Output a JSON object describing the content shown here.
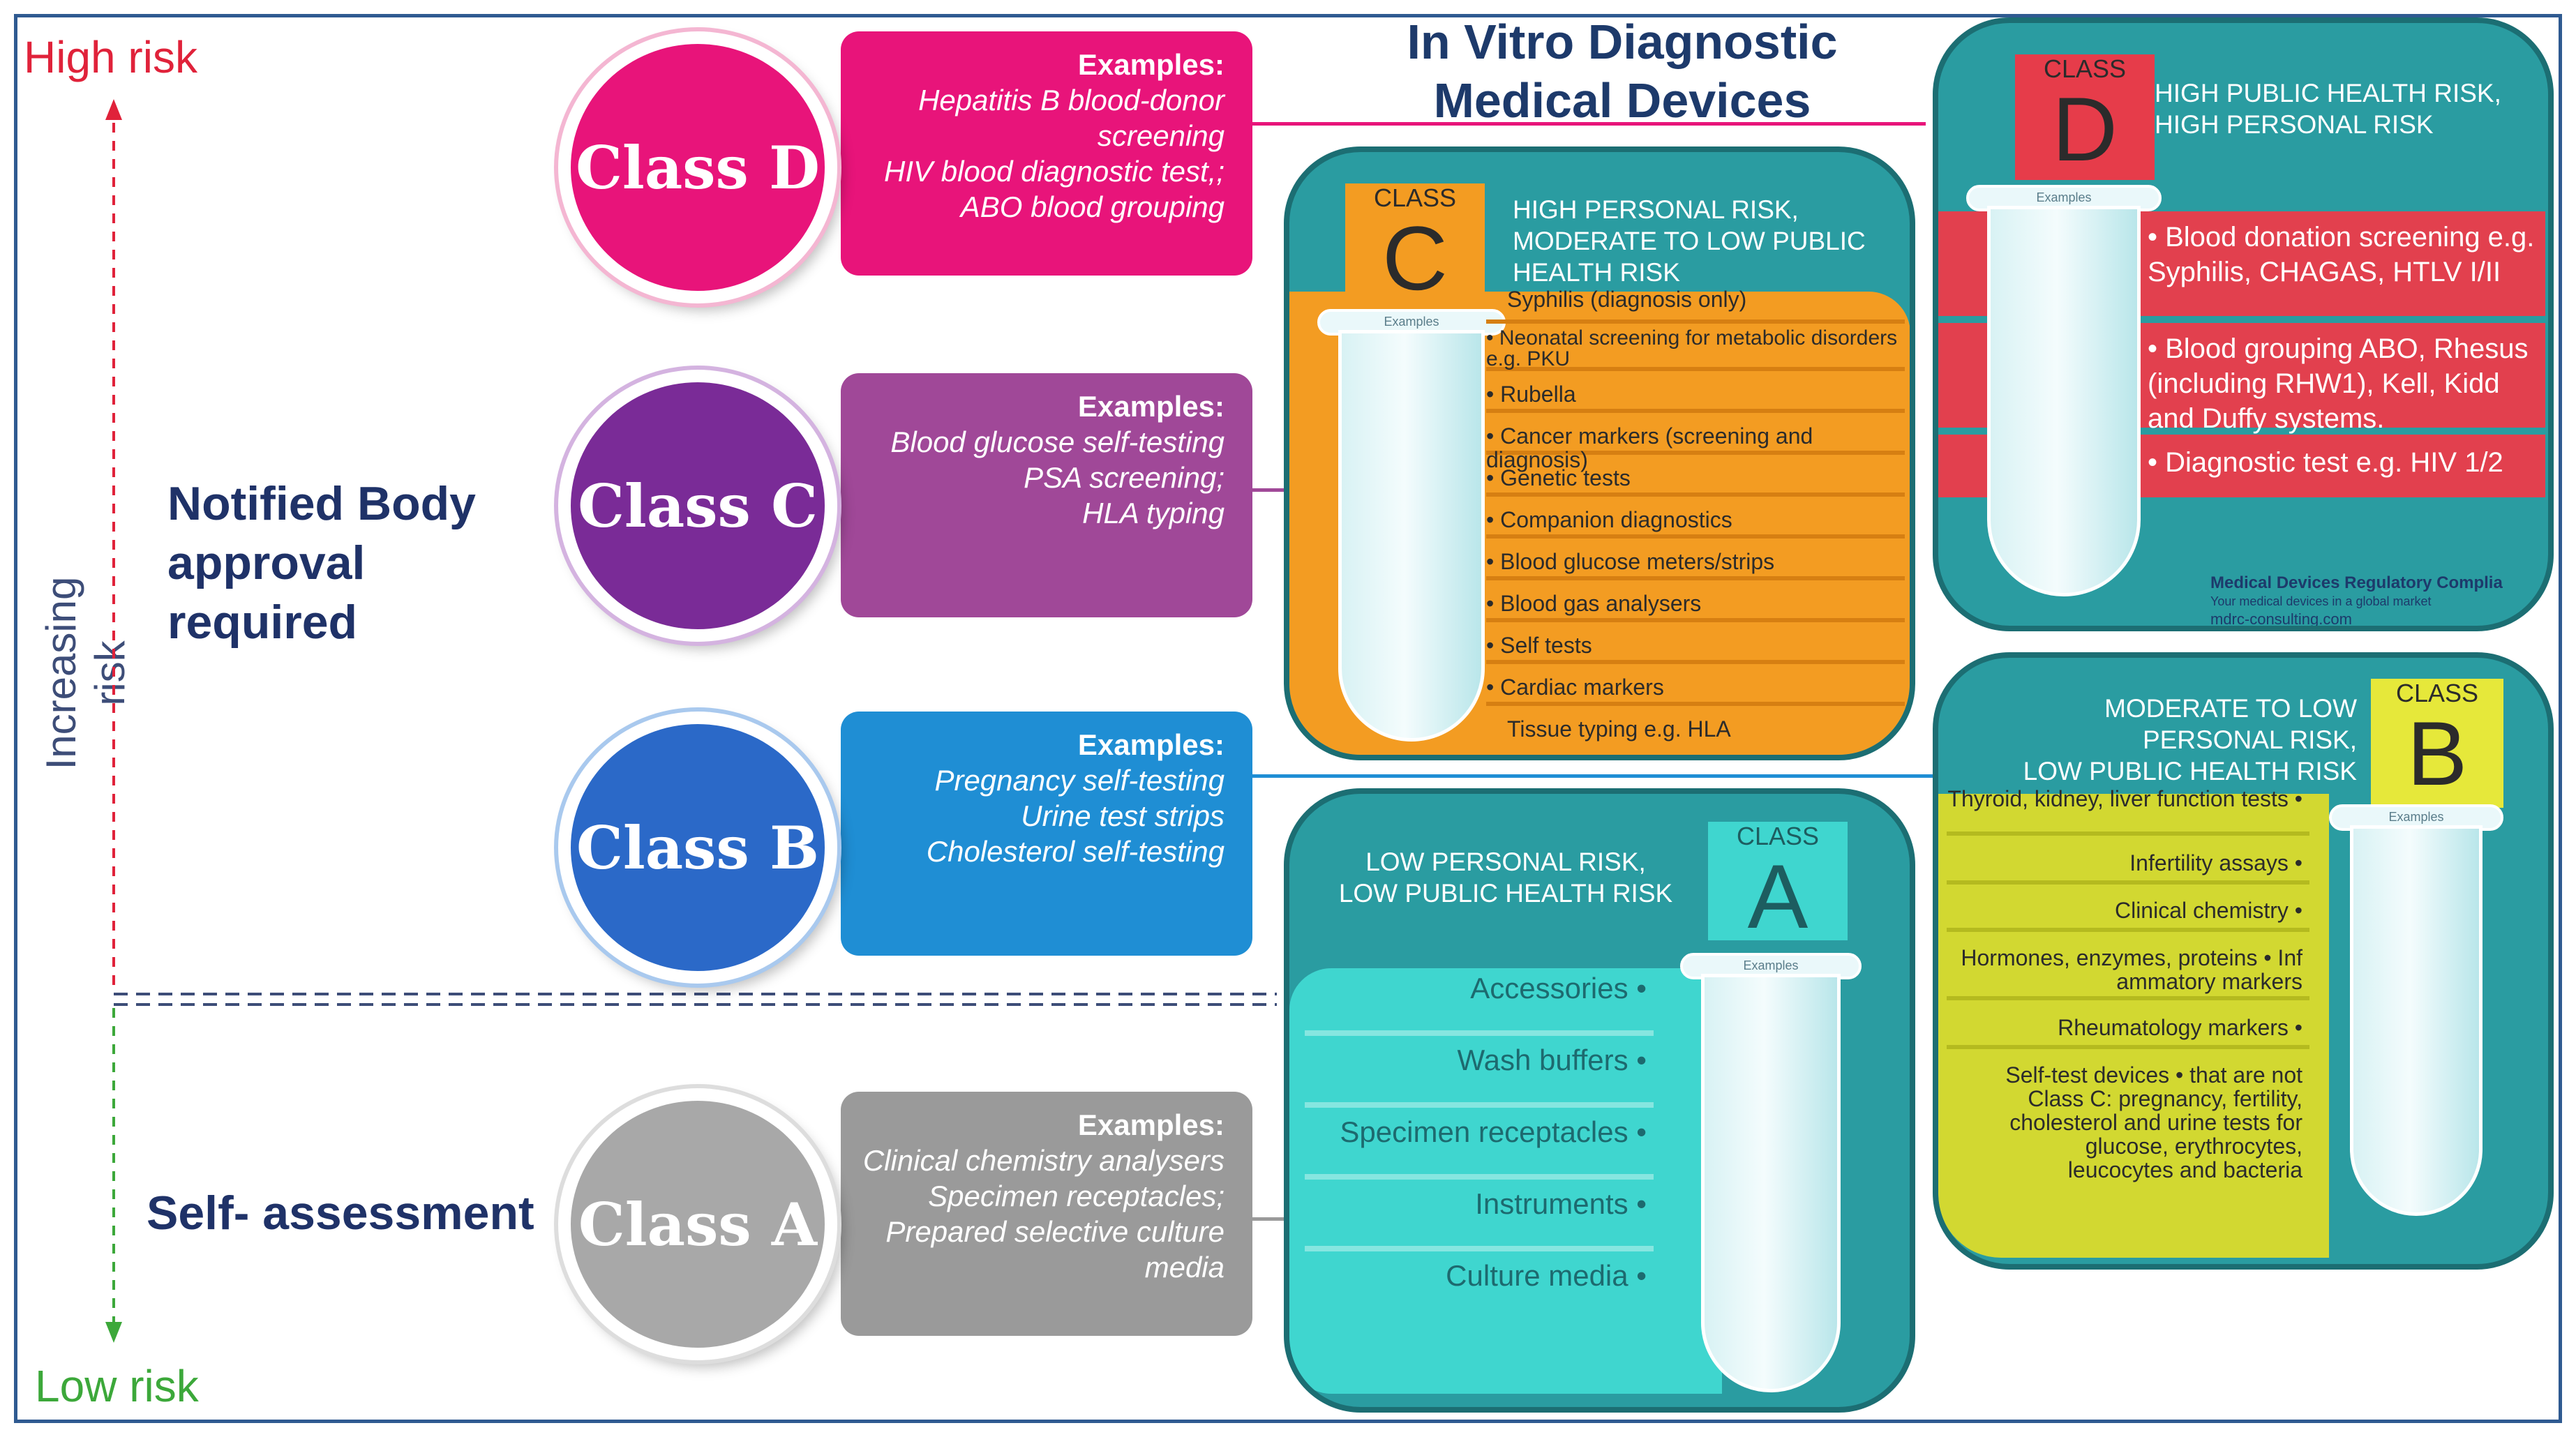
{
  "left": {
    "high_risk": "High risk",
    "low_risk": "Low risk",
    "increasing_risk": "Increasing risk",
    "notified_body": [
      "Notified Body",
      "approval required"
    ],
    "self_assessment": "Self- assessment"
  },
  "title": [
    "In Vitro Diagnostic",
    "Medical Devices"
  ],
  "classes": [
    {
      "label": "Class D",
      "color": "#e8147a",
      "examples_head": "Examples:",
      "examples": [
        "Hepatitis B blood-donor",
        "screening",
        "HIV blood diagnostic test,;",
        "ABO blood grouping"
      ]
    },
    {
      "label": "Class C",
      "color": "#a04898",
      "examples_head": "Examples:",
      "examples": [
        "Blood glucose self-testing",
        "PSA screening;",
        "HLA typing"
      ]
    },
    {
      "label": "Class B",
      "color": "#1f8ed4",
      "examples_head": "Examples:",
      "examples": [
        "Pregnancy self-testing",
        "Urine test strips",
        "Cholesterol self-testing"
      ]
    },
    {
      "label": "Class A",
      "color": "#9a9a9a",
      "examples_head": "Examples:",
      "examples": [
        "Clinical chemistry analysers",
        "Specimen receptacles;",
        "Prepared selective culture",
        "media"
      ]
    }
  ],
  "panel_d": {
    "class_word": "CLASS",
    "letter": "D",
    "risk": [
      "HIGH PUBLIC HEALTH RISK,",
      "HIGH PERSONAL RISK"
    ],
    "examples_cap": "Examples",
    "items": [
      "• Blood donation screening e.g. Syphilis, CHAGAS, HTLV I/II",
      "• Blood grouping ABO, Rhesus (including RHW1), Kell, Kidd and Duffy systems.",
      "• Diagnostic test e.g. HIV 1/2"
    ],
    "brand": "Medical Devices Regulatory Complia",
    "tagline": "Your medical devices in a global market",
    "url": "mdrc-consulting.com"
  },
  "panel_c": {
    "class_word": "CLASS",
    "letter": "C",
    "risk": [
      "HIGH PERSONAL RISK,",
      "MODERATE TO LOW PUBLIC",
      "HEALTH RISK"
    ],
    "examples_cap": "Examples",
    "items": [
      "Syphilis (diagnosis only)",
      "• Neonatal screening for metabolic disorders e.g. PKU",
      "• Rubella",
      "• Cancer markers (screening and diagnosis)",
      "• Genetic tests",
      "• Companion diagnostics",
      "• Blood glucose meters/strips",
      "• Blood gas analysers",
      "• Self tests",
      "• Cardiac markers",
      "Tissue typing e.g. HLA"
    ]
  },
  "panel_b": {
    "class_word": "CLASS",
    "letter": "B",
    "risk": [
      "MODERATE TO LOW",
      "PERSONAL RISK,",
      "LOW PUBLIC HEALTH RISK"
    ],
    "examples_cap": "Examples",
    "items": [
      "Thyroid, kidney, liver function tests •",
      "Infertility assays •",
      "Clinical chemistry •",
      "Hormones, enzymes, proteins • Inf ammatory markers",
      "Rheumatology markers •",
      "Self-test devices • that are not Class C: pregnancy, fertility, cholesterol and urine tests for glucose, erythrocytes, leucocytes and bacteria"
    ]
  },
  "panel_a": {
    "class_word": "CLASS",
    "letter": "A",
    "risk": [
      "LOW PERSONAL RISK,",
      "LOW PUBLIC HEALTH RISK"
    ],
    "examples_cap": "Examples",
    "items": [
      "Accessories •",
      "Wash buffers •",
      "Specimen receptacles •",
      "Instruments •",
      "Culture media •"
    ]
  }
}
